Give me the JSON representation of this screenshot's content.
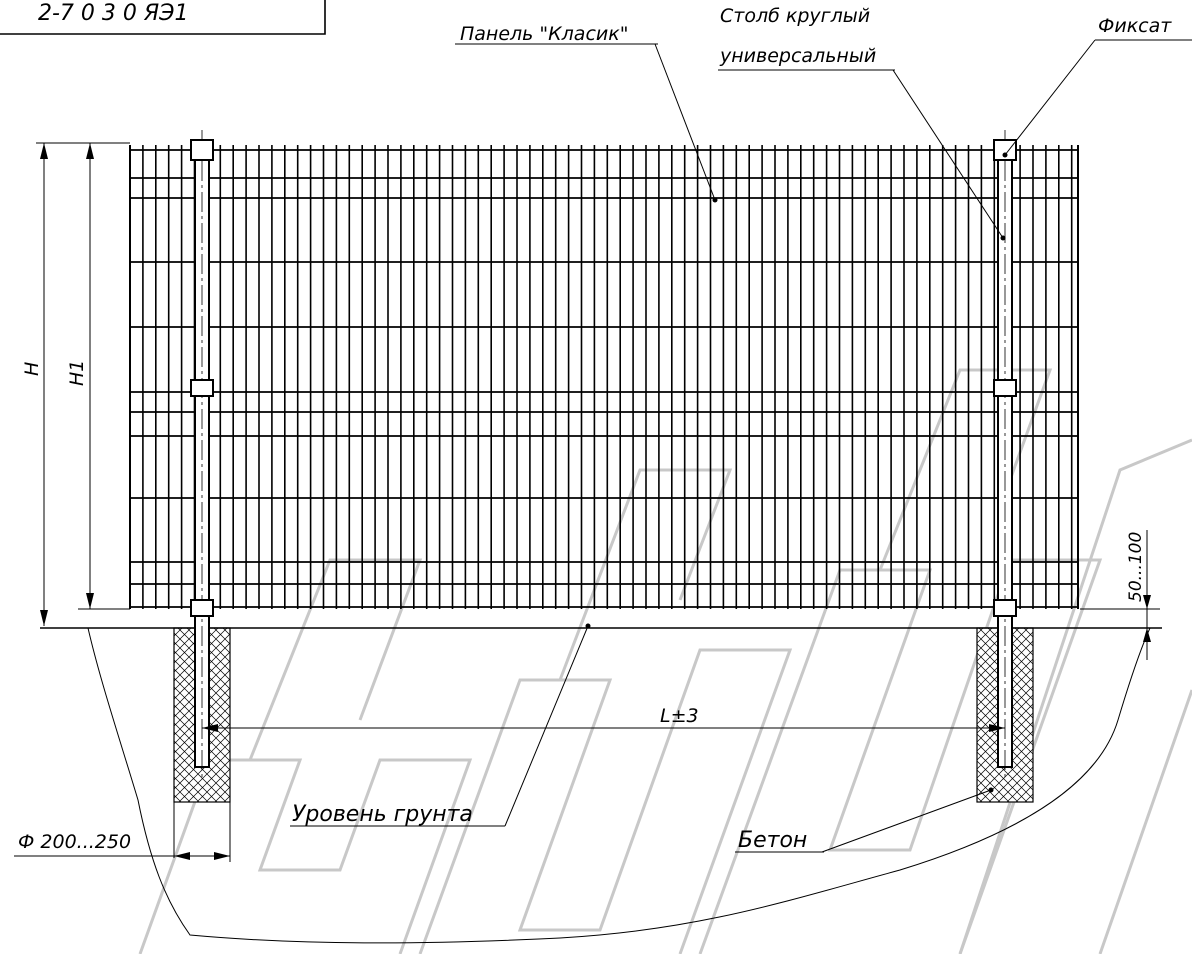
{
  "labels": {
    "title_fragment": "2-7 0 3 0 ЯЭ1",
    "panel": "Панель \"Класик\"",
    "post_line1": "Столб круглый",
    "post_line2": "универсальный",
    "fixator": "Фиксат",
    "ground_level": "Уровень грунта",
    "concrete": "Бетон",
    "diameter": "Ф 200...250",
    "span": "L±3",
    "height": "H",
    "height1": "H1",
    "clearance": "50...100"
  },
  "colors": {
    "line": "#000000",
    "background": "#ffffff",
    "watermark": "#c8c8c8"
  }
}
